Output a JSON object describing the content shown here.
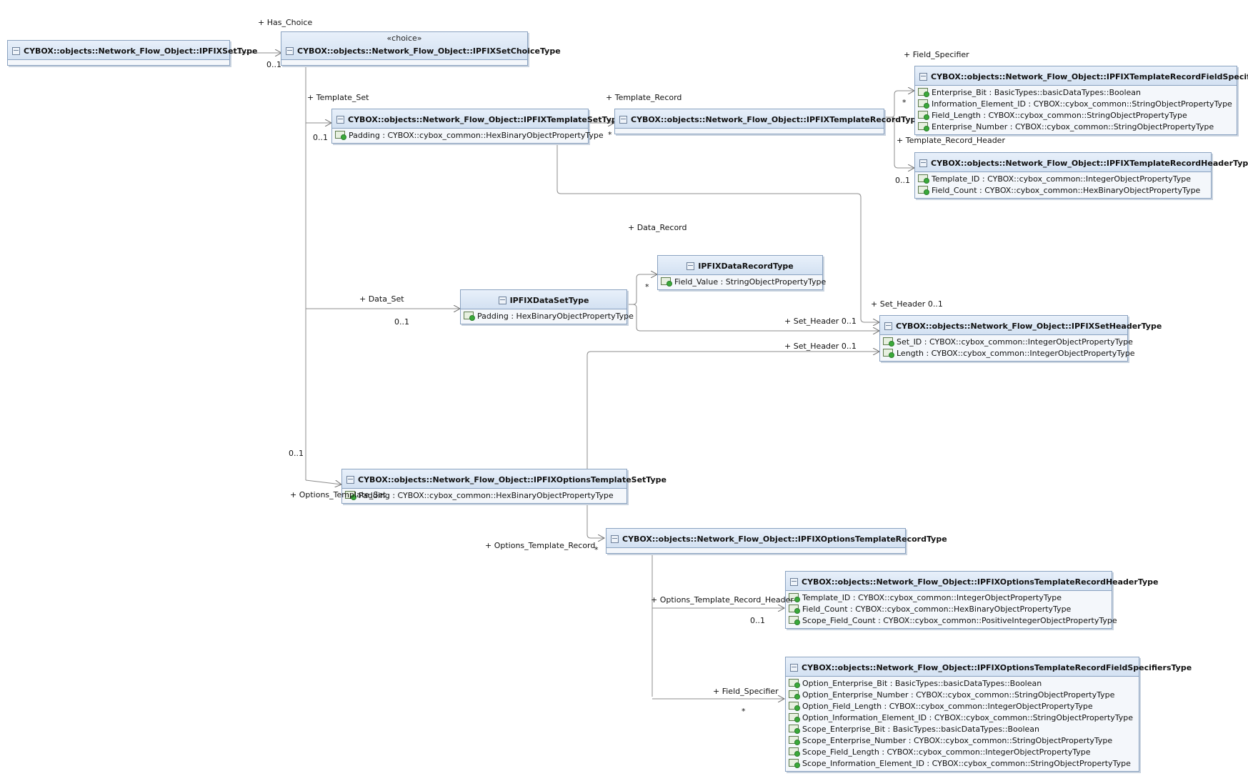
{
  "classes": {
    "set_type": {
      "name": "CYBOX::objects::Network_Flow_Object::IPFIXSetType"
    },
    "choice_type": {
      "stereotype": "«choice»",
      "name": "CYBOX::objects::Network_Flow_Object::IPFIXSetChoiceType"
    },
    "template_set": {
      "name": "CYBOX::objects::Network_Flow_Object::IPFIXTemplateSetType",
      "attributes": [
        "Padding : CYBOX::cybox_common::HexBinaryObjectPropertyType"
      ]
    },
    "template_record": {
      "name": "CYBOX::objects::Network_Flow_Object::IPFIXTemplateRecordType"
    },
    "field_specifiers": {
      "name": "CYBOX::objects::Network_Flow_Object::IPFIXTemplateRecordFieldSpecifiersType",
      "attributes": [
        "Enterprise_Bit : BasicTypes::basicDataTypes::Boolean",
        "Information_Element_ID : CYBOX::cybox_common::StringObjectPropertyType",
        "Field_Length : CYBOX::cybox_common::StringObjectPropertyType",
        "Enterprise_Number : CYBOX::cybox_common::StringObjectPropertyType"
      ]
    },
    "template_record_header": {
      "name": "CYBOX::objects::Network_Flow_Object::IPFIXTemplateRecordHeaderType",
      "attributes": [
        "Template_ID : CYBOX::cybox_common::IntegerObjectPropertyType",
        "Field_Count : CYBOX::cybox_common::HexBinaryObjectPropertyType"
      ]
    },
    "data_record": {
      "name": "IPFIXDataRecordType",
      "attributes": [
        "Field_Value : StringObjectPropertyType"
      ]
    },
    "data_set": {
      "name": "IPFIXDataSetType",
      "attributes": [
        "Padding : HexBinaryObjectPropertyType"
      ]
    },
    "set_header": {
      "name": "CYBOX::objects::Network_Flow_Object::IPFIXSetHeaderType",
      "attributes": [
        "Set_ID : CYBOX::cybox_common::IntegerObjectPropertyType",
        "Length : CYBOX::cybox_common::IntegerObjectPropertyType"
      ]
    },
    "options_template_set": {
      "name": "CYBOX::objects::Network_Flow_Object::IPFIXOptionsTemplateSetType",
      "attributes": [
        "Padding : CYBOX::cybox_common::HexBinaryObjectPropertyType"
      ]
    },
    "options_template_record": {
      "name": "CYBOX::objects::Network_Flow_Object::IPFIXOptionsTemplateRecordType"
    },
    "options_record_header": {
      "name": "CYBOX::objects::Network_Flow_Object::IPFIXOptionsTemplateRecordHeaderType",
      "attributes": [
        "Template_ID : CYBOX::cybox_common::IntegerObjectPropertyType",
        "Field_Count : CYBOX::cybox_common::HexBinaryObjectPropertyType",
        "Scope_Field_Count : CYBOX::cybox_common::PositiveIntegerObjectPropertyType"
      ]
    },
    "options_field_specifiers": {
      "name": "CYBOX::objects::Network_Flow_Object::IPFIXOptionsTemplateRecordFieldSpecifiersType",
      "attributes": [
        "Option_Enterprise_Bit : BasicTypes::basicDataTypes::Boolean",
        "Option_Enterprise_Number : CYBOX::cybox_common::StringObjectPropertyType",
        "Option_Field_Length : CYBOX::cybox_common::IntegerObjectPropertyType",
        "Option_Information_Element_ID : CYBOX::cybox_common::StringObjectPropertyType",
        "Scope_Enterprise_Bit : BasicTypes::basicDataTypes::Boolean",
        "Scope_Enterprise_Number : CYBOX::cybox_common::StringObjectPropertyType",
        "Scope_Field_Length : CYBOX::cybox_common::IntegerObjectPropertyType",
        "Scope_Information_Element_ID : CYBOX::cybox_common::StringObjectPropertyType"
      ]
    }
  },
  "labels": {
    "has_choice": "+ Has_Choice",
    "has_choice_mult": "0..1",
    "template_set": "+ Template_Set",
    "template_set_mult": "0..1",
    "template_record": "+ Template_Record",
    "template_record_mult": "*",
    "field_specifier": "+ Field_Specifier",
    "field_specifier_mult": "*",
    "template_record_header": "+ Template_Record_Header",
    "template_record_header_mult": "0..1",
    "data_record": "+ Data_Record",
    "data_record_mult": "*",
    "data_set": "+ Data_Set",
    "data_set_mult": "0..1",
    "set_header_top": "+ Set_Header 0..1",
    "set_header_mid": "+ Set_Header 0..1",
    "set_header_low": "+ Set_Header 0..1",
    "options_set_mult": "0..1",
    "options_template_set": "+ Options_Template_Set",
    "options_template_record": "+ Options_Template_Record",
    "options_template_record_mult": "*",
    "options_record_header": "+ Options_Template_Record_Header",
    "options_record_header_mult": "0..1",
    "options_field_specifier": "+ Field_Specifier",
    "options_field_specifier_mult": "*"
  },
  "colors": {
    "box_border": "#8aa2c0",
    "header_fill": "#d3e1f2",
    "line": "#7a7a7a"
  }
}
